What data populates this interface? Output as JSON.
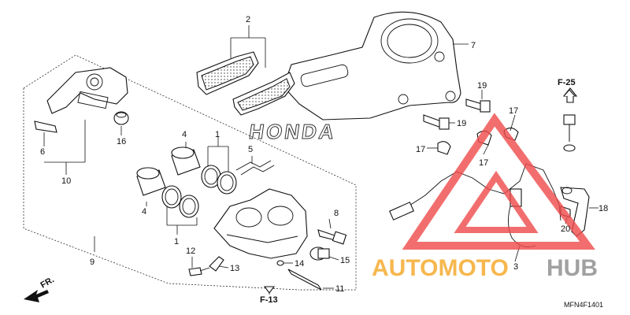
{
  "callouts": {
    "n1": "1",
    "n2": "2",
    "n3": "3",
    "n4": "4",
    "n5": "5",
    "n6": "6",
    "n7": "7",
    "n8": "8",
    "n9": "9",
    "n10": "10",
    "n11": "11",
    "n12": "12",
    "n13": "13",
    "n14": "14",
    "n15": "15",
    "n16": "16",
    "n17": "17",
    "n18": "18",
    "n19": "19",
    "n20": "20"
  },
  "refs": {
    "f25": "F-25",
    "f13": "F-13",
    "front": "FR."
  },
  "diagram_code": "MFN4F1401",
  "embossed_brand": "HONDA",
  "watermark": {
    "part1": "AUTOMOTO",
    "part2": "HUB"
  },
  "colors": {
    "watermark_red": "#f04a4a",
    "watermark_orange": "#f5a623",
    "watermark_grey": "#8a8a8a"
  }
}
